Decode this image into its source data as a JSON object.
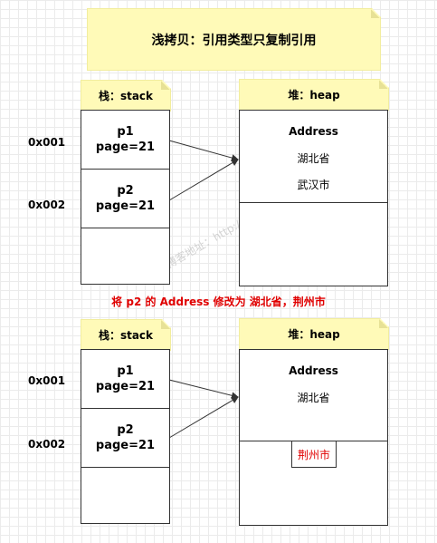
{
  "title": "浅拷贝：引用类型只复制引用",
  "note": "将 p2 的 Address 修改为 湖北省，荆州市",
  "watermark": "博客地址：http://www.cnblogs.com/ysocean",
  "colors": {
    "note_fill": "#fffab8",
    "highlight": "#e00000",
    "border": "#333333"
  },
  "diagrams": [
    {
      "stack_title": "栈：stack",
      "heap_title": "堆：heap",
      "addresses": [
        "0x001",
        "0x002"
      ],
      "cells": [
        {
          "name": "p1",
          "field": "page=21"
        },
        {
          "name": "p2",
          "field": "page=21"
        }
      ],
      "heap": {
        "label": "Address",
        "province": "湖北省",
        "city": "武汉市"
      }
    },
    {
      "stack_title": "栈：stack",
      "heap_title": "堆：heap",
      "addresses": [
        "0x001",
        "0x002"
      ],
      "cells": [
        {
          "name": "p1",
          "field": "page=21"
        },
        {
          "name": "p2",
          "field": "page=21"
        }
      ],
      "heap": {
        "label": "Address",
        "province": "湖北省",
        "city": "荆州市"
      }
    }
  ]
}
